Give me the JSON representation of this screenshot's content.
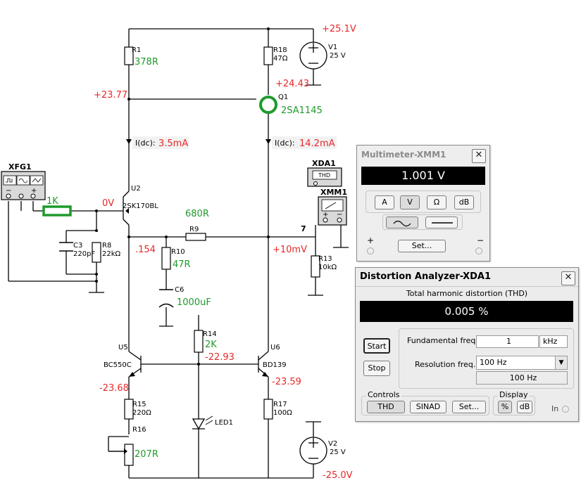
{
  "schematic": {
    "instruments": {
      "xfg": {
        "name": "XFG1"
      },
      "xda": {
        "name": "XDA1",
        "panel": "THD"
      },
      "xmm": {
        "name": "XMM1"
      }
    },
    "components": {
      "r1": {
        "ref": "R1",
        "value": "378R"
      },
      "r18": {
        "ref": "R18",
        "value": "47Ω"
      },
      "v1": {
        "ref": "V1",
        "value": "25 V"
      },
      "q1": {
        "ref": "Q1",
        "value": "2SA1145"
      },
      "u2": {
        "ref": "U2",
        "value": "2SK170BL"
      },
      "rin": {
        "value": "1K"
      },
      "c3": {
        "ref": "C3",
        "value": "220pF"
      },
      "r8": {
        "ref": "R8",
        "value": "22kΩ"
      },
      "r9": {
        "ref": "R9",
        "value": "680R"
      },
      "r10": {
        "ref": "R10",
        "value": "47R"
      },
      "c6": {
        "ref": "C6",
        "value": "1000uF"
      },
      "r13": {
        "ref": "R13",
        "value": "10kΩ"
      },
      "r14": {
        "ref": "R14",
        "value": "2K"
      },
      "u5": {
        "ref": "U5",
        "value": "BC550C"
      },
      "u6": {
        "ref": "U6",
        "value": "BD139"
      },
      "r15": {
        "ref": "R15",
        "value": "220Ω"
      },
      "r16": {
        "ref": "R16",
        "value": "207R"
      },
      "r17": {
        "ref": "R17",
        "value": "100Ω"
      },
      "led": {
        "ref": "LED1"
      },
      "v2": {
        "ref": "V2",
        "value": "25 V"
      }
    },
    "probes": {
      "i1": {
        "label": "I(dc):",
        "value": "3.5mA"
      },
      "i2": {
        "label": "I(dc):",
        "value": "14.2mA"
      }
    },
    "node_labels": {
      "node_7": "7",
      "plus": "+",
      "minus": "−"
    },
    "voltages": {
      "v_top": "+25.1V",
      "v_r1": "+23.77",
      "v_q1e": "+24.43",
      "v_gate": "0V",
      "v_src": ".154",
      "v_out": "+10mV",
      "v_r14": "-22.93",
      "v_u5": "-23.68",
      "v_u6": "-23.59",
      "v_bottom": "-25.0V"
    }
  },
  "multimeter": {
    "title": "Multimeter-XMM1",
    "reading": "1.001 V",
    "buttons": [
      "A",
      "V",
      "Ω",
      "dB"
    ],
    "set_label": "Set...",
    "plus": "+",
    "minus": "−"
  },
  "distortion": {
    "title": "Distortion Analyzer-XDA1",
    "thd_title": "Total harmonic distortion (THD)",
    "reading": "0.005 %",
    "start_label": "Start",
    "stop_label": "Stop",
    "fundamental_label": "Fundamental freq.",
    "fundamental_value": "1",
    "fundamental_unit": "kHz",
    "resolution_label": "Resolution freq.",
    "resolution_value": "100 Hz",
    "resolution_display": "100 Hz",
    "controls_label": "Controls",
    "controls_buttons": [
      "THD",
      "SINAD",
      "Set..."
    ],
    "display_label": "Display",
    "display_buttons": [
      "%",
      "dB"
    ],
    "in_label": "In"
  }
}
